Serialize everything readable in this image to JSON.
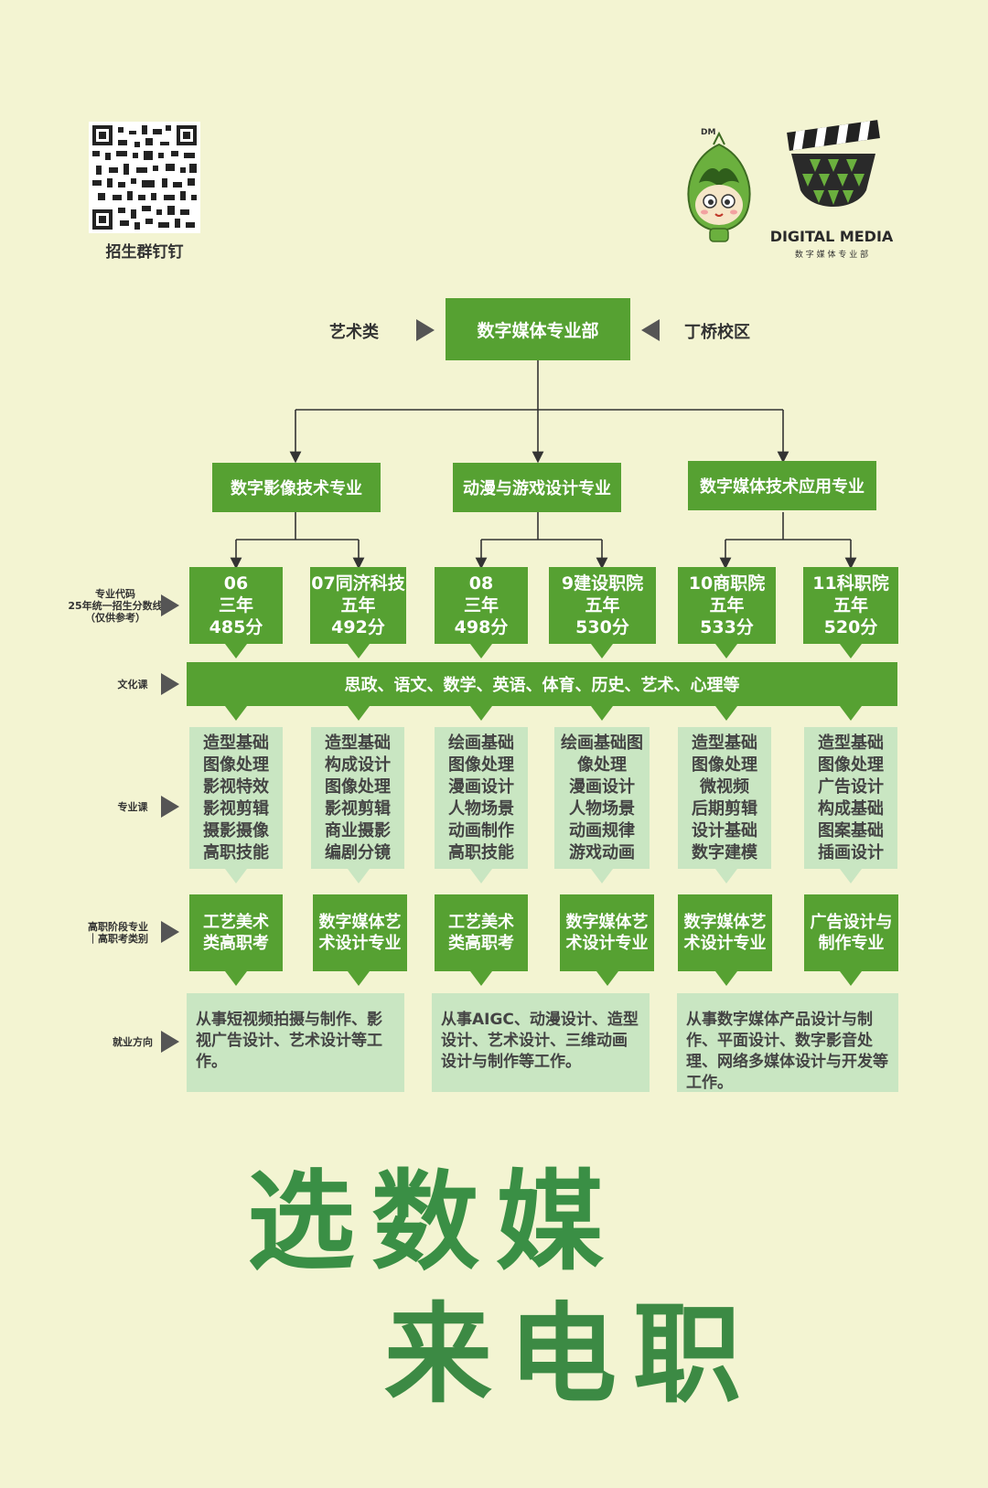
{
  "qr": {
    "caption": "招生群钉钉"
  },
  "logo": {
    "brand": "DIGITAL MEDIA",
    "sub": "数 字 媒 体 专 业 部",
    "mascot_tag": "DM"
  },
  "top": {
    "left": "艺术类",
    "center": "数字媒体专业部",
    "right": "丁桥校区"
  },
  "majors": [
    "数字影像技术专业",
    "动漫与游戏设计专业",
    "数字媒体技术应用专业"
  ],
  "row_labels": {
    "code": "专业代码\n25年统一招生分数线\n（仅供参考）",
    "culture": "文化课",
    "professional": "专业课",
    "higher": "高职阶段专业\n｜高职考类别",
    "career": "就业方向"
  },
  "tracks": [
    {
      "code": "06\n三年\n485分",
      "courses": "造型基础\n图像处理\n影视特效\n影视剪辑\n摄影摄像\n高职技能",
      "higher": "工艺美术\n类高职考"
    },
    {
      "code": "07同济科技\n五年\n492分",
      "courses": "造型基础\n构成设计\n图像处理\n影视剪辑\n商业摄影\n编剧分镜",
      "higher": "数字媒体艺\n术设计专业"
    },
    {
      "code": "08\n三年\n498分",
      "courses": "绘画基础\n图像处理\n漫画设计\n人物场景\n动画制作\n高职技能",
      "higher": "工艺美术\n类高职考"
    },
    {
      "code": "9建设职院\n五年\n530分",
      "courses": "绘画基础图\n像处理\n漫画设计\n人物场景\n动画规律\n游戏动画",
      "higher": "数字媒体艺\n术设计专业"
    },
    {
      "code": "10商职院\n五年\n533分",
      "courses": "造型基础\n图像处理\n微视频\n后期剪辑\n设计基础\n数字建模",
      "higher": "数字媒体艺\n术设计专业"
    },
    {
      "code": "11科职院\n五年\n520分",
      "courses": "造型基础\n图像处理\n广告设计\n构成基础\n图案基础\n插画设计",
      "higher": "广告设计与\n制作专业"
    }
  ],
  "culture_courses": "思政、语文、数学、英语、体育、历史、艺术、心理等",
  "careers": [
    "从事短视频拍摄与制作、影视广告设计、艺术设计等工作。",
    "从事AIGC、动漫设计、造型设计、艺术设计、三维动画设计与制作等工作。",
    "从事数字媒体产品设计与制作、平面设计、数字影音处理、网络多媒体设计与开发等工作。"
  ],
  "slogan": {
    "line1": "选数媒",
    "line2": "来电职"
  },
  "colors": {
    "primary": "#56a132",
    "light": "#c9e6c2",
    "background": "#f3f4d2",
    "arrow": "#555555"
  }
}
